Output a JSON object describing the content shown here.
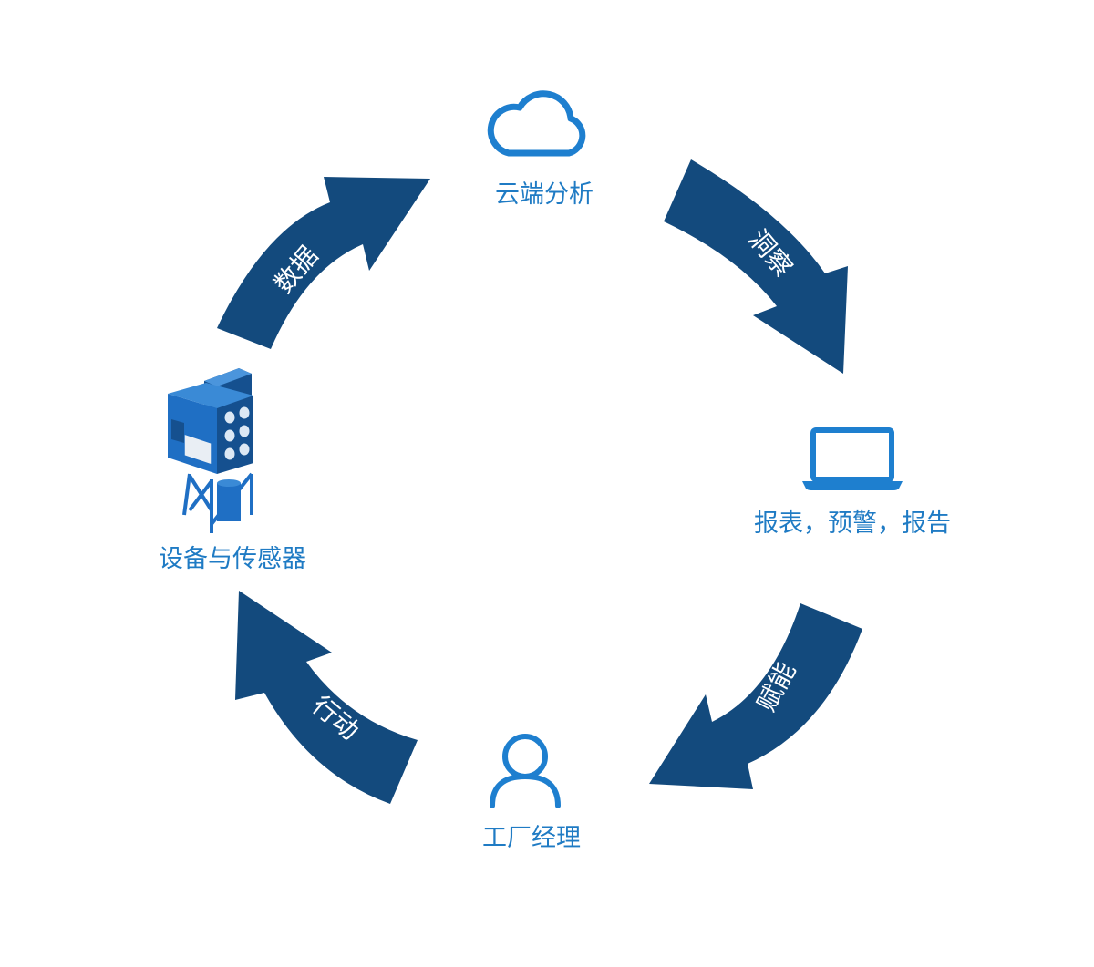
{
  "colors": {
    "arrow": "#134a7d",
    "node_text": "#1f7bc4",
    "icon_line": "#1e7fcf",
    "machine_blue": "#1f6fc4",
    "machine_dark": "#15508f"
  },
  "nodes": {
    "cloud": {
      "label": "云端分析",
      "icon": "cloud-icon"
    },
    "reports": {
      "label": "报表，预警，报告",
      "icon": "laptop-icon"
    },
    "manager": {
      "label": "工厂经理",
      "icon": "person-icon"
    },
    "equipment": {
      "label": "设备与传感器",
      "icon": "dust-collector-icon"
    }
  },
  "arrows": {
    "data": {
      "label": "数据"
    },
    "insight": {
      "label": "洞察"
    },
    "empower": {
      "label": "赋能"
    },
    "action": {
      "label": "行动"
    }
  }
}
